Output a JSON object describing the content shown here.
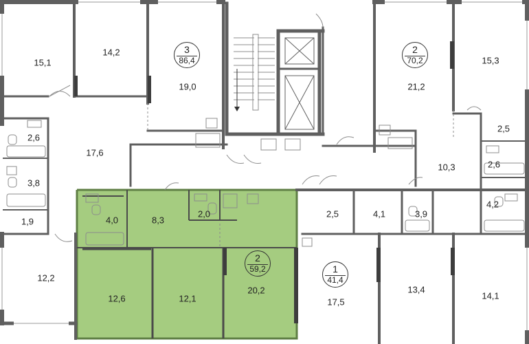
{
  "colors": {
    "highlight_fill": "#a5cc80",
    "highlight_stroke": "#7cb34f",
    "wall": "#5f5f5f",
    "partition": "#8c8c8c",
    "window": "#ffffff",
    "fixture": "#9a9a9a"
  },
  "apartments": {
    "apt_3": {
      "rooms": "3",
      "area": "86,4"
    },
    "apt_2_top": {
      "rooms": "2",
      "area": "70,2"
    },
    "apt_2_selected": {
      "rooms": "2",
      "area": "59,2"
    },
    "apt_1": {
      "rooms": "1",
      "area": "41,4"
    }
  },
  "rooms": {
    "r_15_1": "15,1",
    "r_14_2": "14,2",
    "r_19_0": "19,0",
    "r_21_2": "21,2",
    "r_15_3": "15,3",
    "r_2_6_left": "2,6",
    "r_17_6": "17,6",
    "r_3_8": "3,8",
    "r_1_9": "1,9",
    "r_12_2": "12,2",
    "r_2_5_right": "2,5",
    "r_2_6_right": "2,6",
    "r_10_3": "10,3",
    "r_4_2": "4,2",
    "r_14_1": "14,1",
    "r_4_0": "4,0",
    "r_8_3": "8,3",
    "r_2_0": "2,0",
    "r_12_6": "12,6",
    "r_12_1": "12,1",
    "r_20_2": "20,2",
    "r_2_5_mid": "2,5",
    "r_4_1": "4,1",
    "r_3_9": "3,9",
    "r_17_5": "17,5",
    "r_13_4": "13,4"
  },
  "icons": [
    "stairs-icon",
    "elevator-icon",
    "bathtub-icon",
    "toilet-icon",
    "sink-icon",
    "shower-icon",
    "door-swing-icon"
  ]
}
